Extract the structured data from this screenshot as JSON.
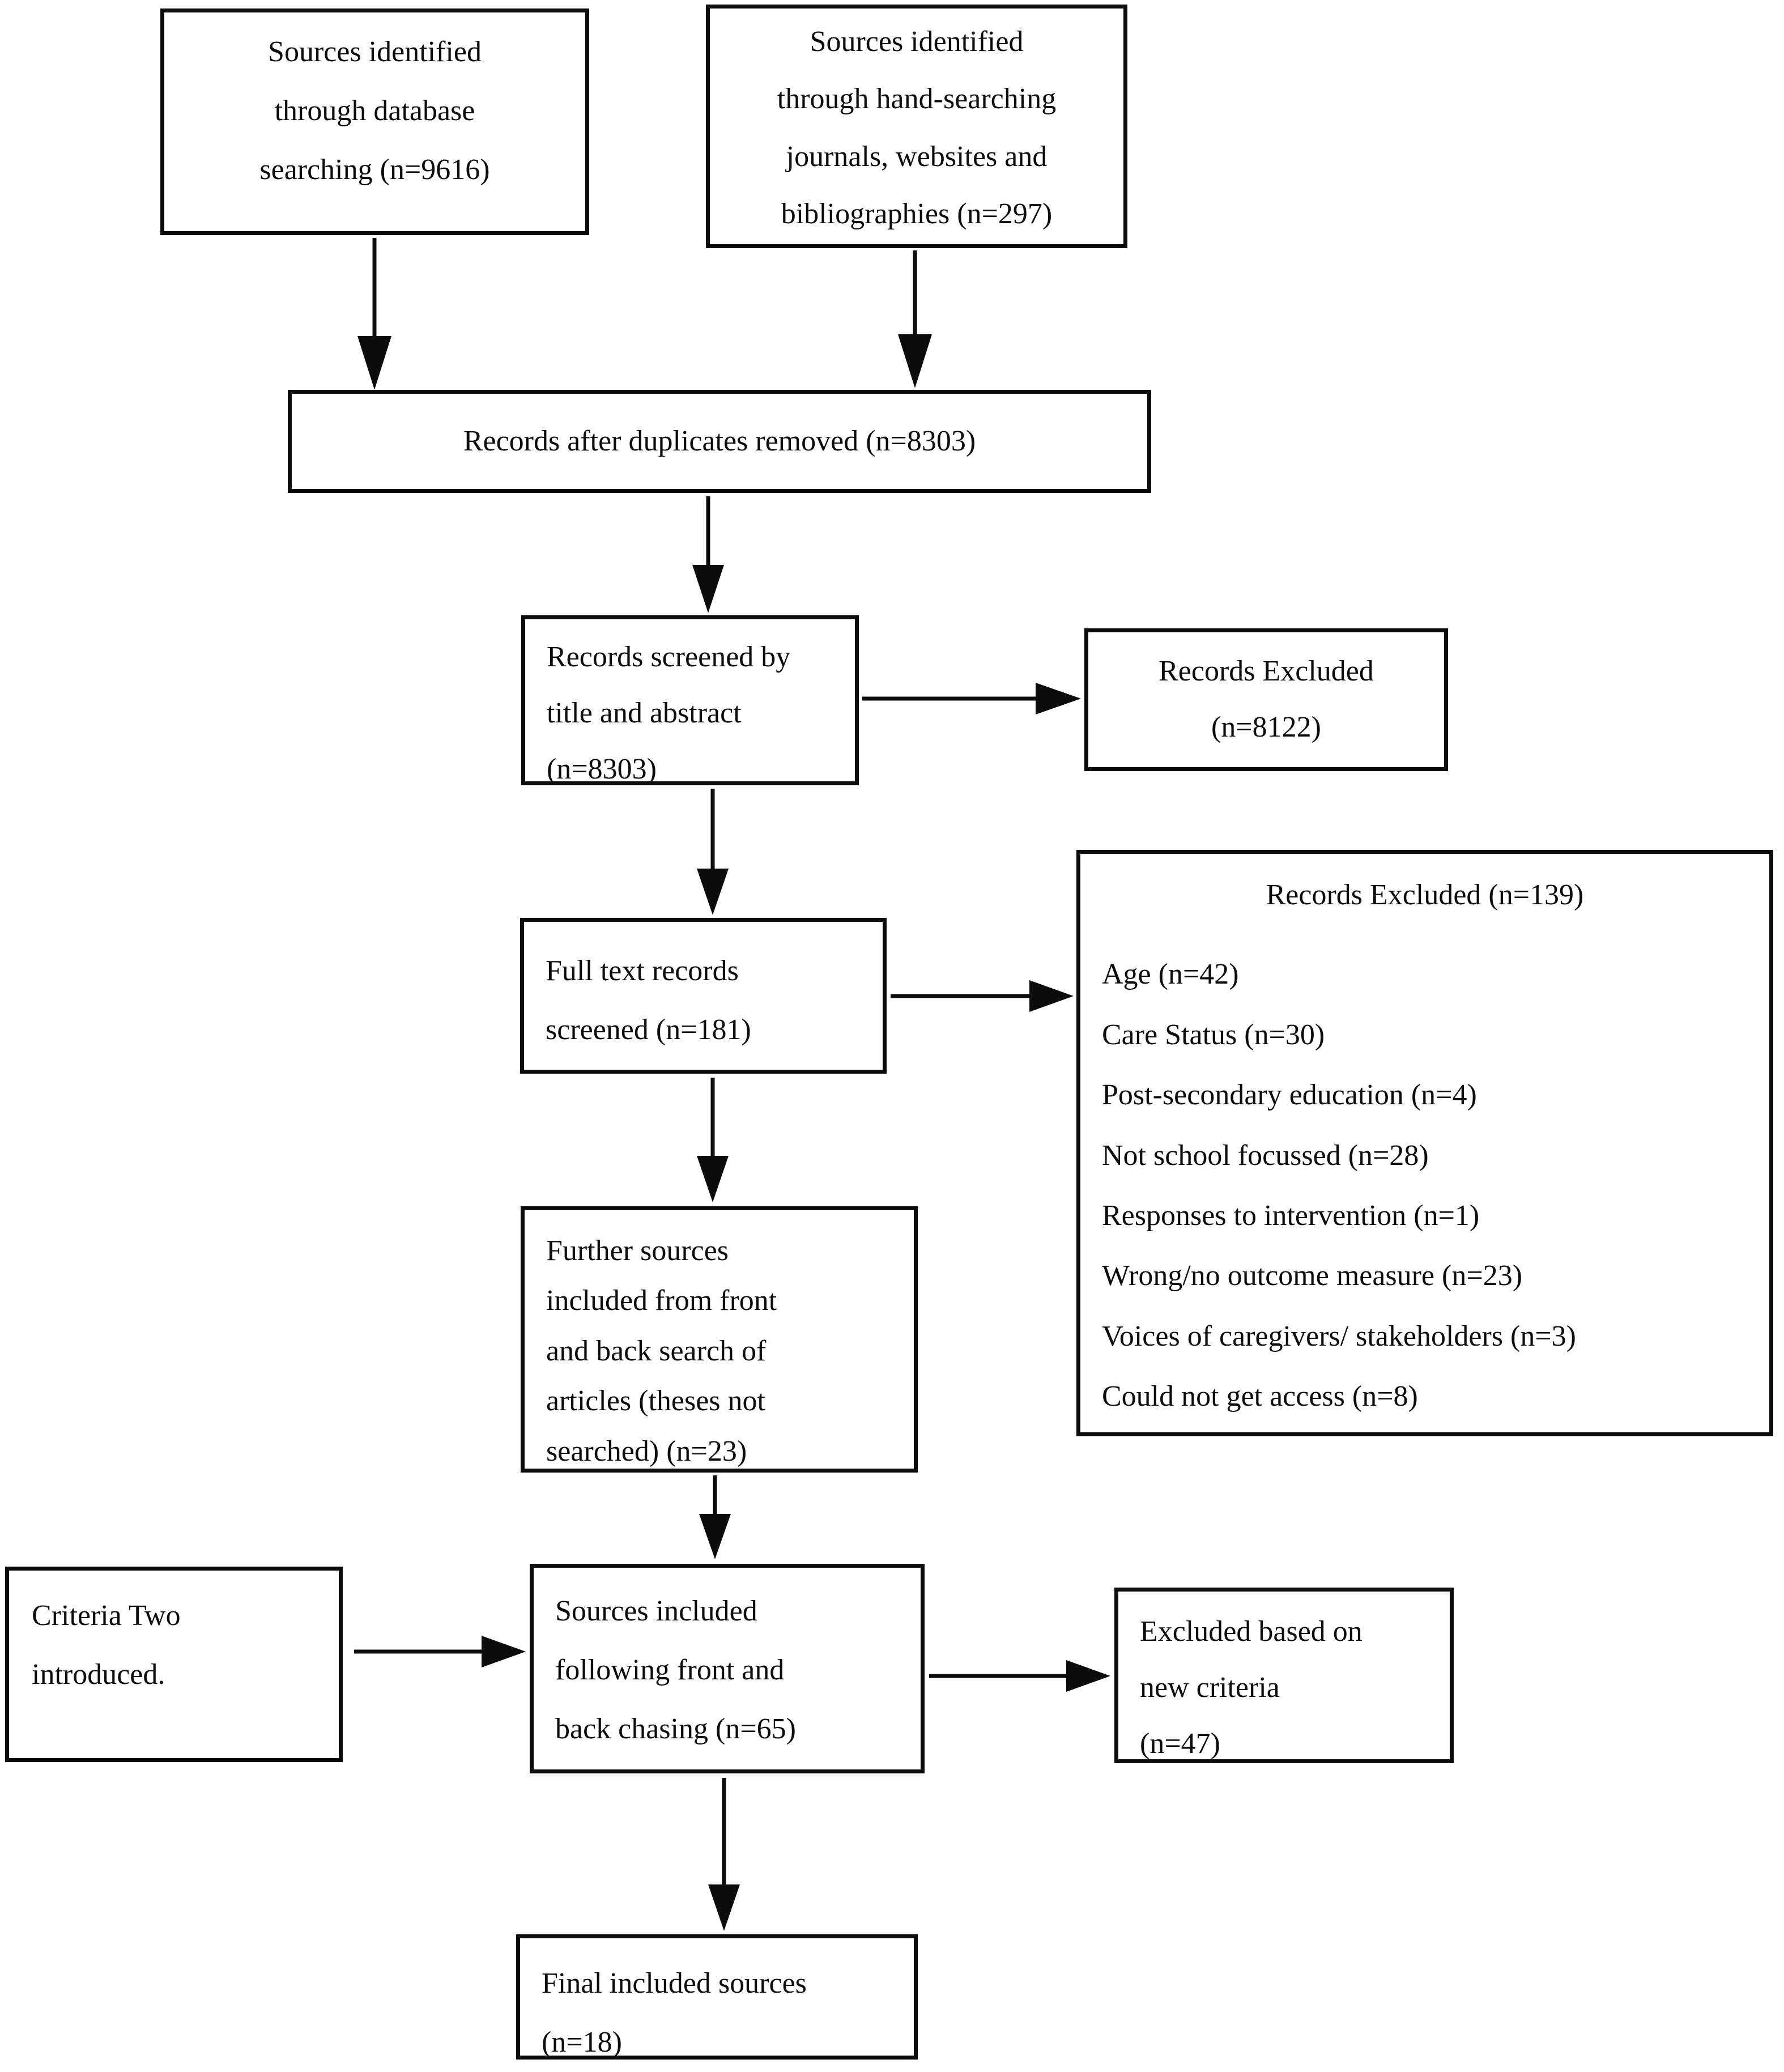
{
  "diagram": {
    "title": "PRISMA-style source screening flow diagram",
    "colors": {
      "line": "#0c0c0c",
      "background": "#ffffff",
      "text": "#0c0c0c"
    },
    "boxes": {
      "db_search": {
        "text": "Sources identified\nthrough database\nsearching (n=9616)"
      },
      "hand_search": {
        "text": "Sources identified\nthrough hand-searching\njournals, websites and\nbibliographies (n=297)"
      },
      "duplicates_removed": {
        "text": "Records after duplicates removed (n=8303)"
      },
      "title_abstract_screen": {
        "text": "Records screened by\ntitle and abstract\n(n=8303)"
      },
      "records_excluded_first": {
        "text": "Records Excluded\n(n=8122)"
      },
      "full_text_screen": {
        "text": "Full text records\nscreened (n=181)"
      },
      "records_excluded_full": {
        "title": "Records Excluded (n=139)",
        "items": [
          "Age (n=42)",
          "Care Status (n=30)",
          "Post-secondary education (n=4)",
          "Not school focussed (n=28)",
          "Responses to intervention (n=1)",
          "Wrong/no outcome measure (n=23)",
          "Voices of caregivers/ stakeholders (n=3)",
          "Could not get access (n=8)"
        ]
      },
      "further_sources": {
        "text": "Further sources\nincluded from front\nand back search of\narticles (theses not\nsearched) (n=23)"
      },
      "criteria_two": {
        "text": "Criteria Two\nintroduced."
      },
      "front_back_chasing": {
        "text": "Sources included\nfollowing front and\nback chasing (n=65)"
      },
      "excluded_new_criteria": {
        "text": "Excluded based on\nnew criteria\n(n=47)"
      },
      "final_included": {
        "text": "Final included sources\n(n=18)"
      }
    }
  }
}
